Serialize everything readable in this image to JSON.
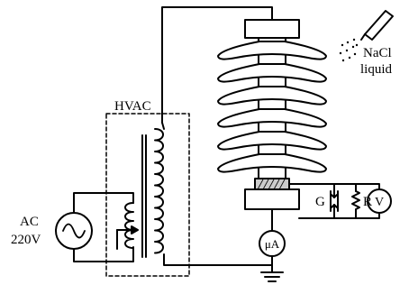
{
  "labels": {
    "hvac": "HVAC",
    "ac_line1": "AC",
    "ac_line2": "220V",
    "nacl_line1": "NaCl",
    "nacl_line2": "liquid",
    "g": "G",
    "r": "R",
    "v": "V",
    "microammeter": "μA"
  },
  "components": {
    "insulator_shed_count": 6,
    "primary_coil_turns": 5,
    "secondary_coil_turns": 11
  }
}
